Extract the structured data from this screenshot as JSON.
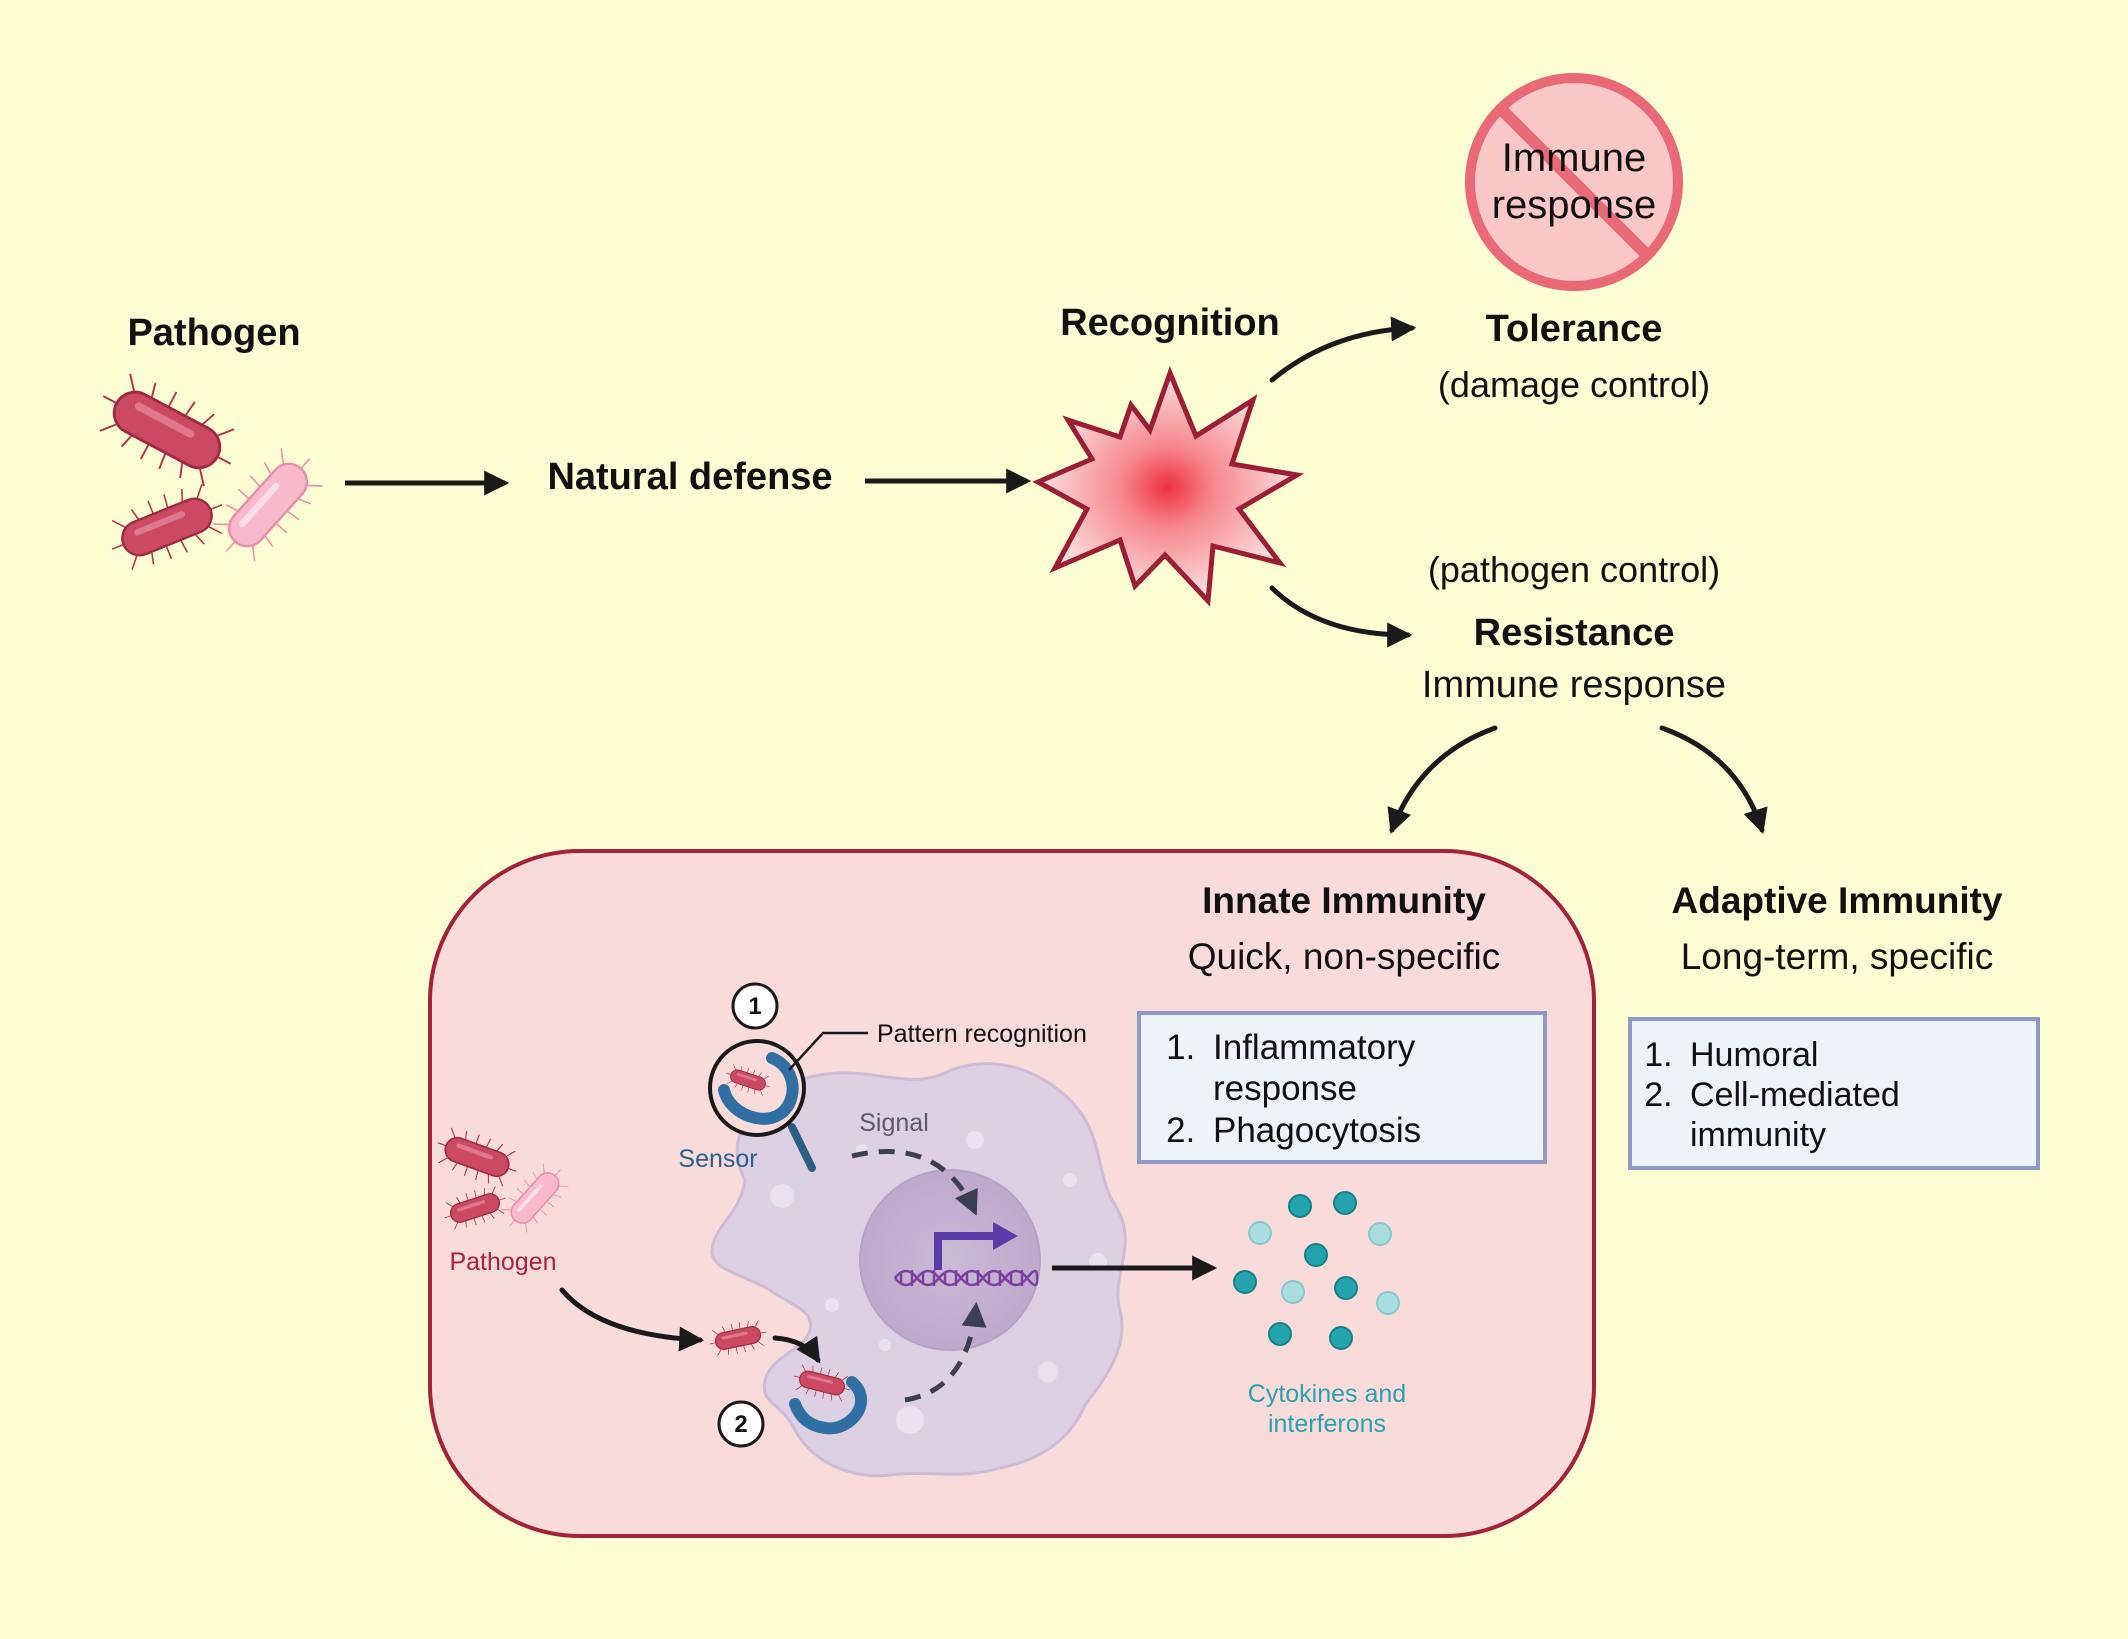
{
  "colors": {
    "background": "#fdfdd4",
    "innate_panel_fill": "#f9dcda",
    "innate_panel_border": "#a3223a",
    "bacteria_dark": "#cb4a62",
    "bacteria_light": "#f7b9cb",
    "starburst_border": "#9b1e35",
    "sensor_blue": "#2f6fa3",
    "cytokine_teal": "#24a5ae",
    "dna_purple": "#7b3fa0",
    "box_border": "#8d9ac8",
    "box_fill": "#eef2f9",
    "no_sign_red": "#e96a76"
  },
  "flow": {
    "pathogen_title": "Pathogen",
    "natural_defense": "Natural defense",
    "recognition": "Recognition",
    "no_sign_text_line1": "Immune",
    "no_sign_text_line2": "response",
    "tolerance_title": "Tolerance",
    "tolerance_subtitle": "(damage control)",
    "resistance_note": "(pathogen control)",
    "resistance_title": "Resistance",
    "resistance_subtitle": "Immune response"
  },
  "innate": {
    "title": "Innate Immunity",
    "subtitle": "Quick, non-specific",
    "list": [
      "Inflammatory response",
      "Phagocytosis"
    ],
    "step1": "1",
    "step2": "2",
    "pattern_recognition": "Pattern recognition",
    "signal": "Signal",
    "sensor": "Sensor",
    "pathogen": "Pathogen",
    "cytokines_line1": "Cytokines and",
    "cytokines_line2": "interferons"
  },
  "adaptive": {
    "title": "Adaptive Immunity",
    "subtitle": "Long-term, specific",
    "list": [
      "Humoral",
      "Cell-mediated immunity"
    ]
  },
  "icons": [
    "bacteria-icon",
    "starburst-icon",
    "no-entry-icon",
    "macrophage-cell-icon",
    "receptor-sensor-icon",
    "dna-icon",
    "gene-activation-arrow-icon",
    "cytokine-dots-icon"
  ]
}
